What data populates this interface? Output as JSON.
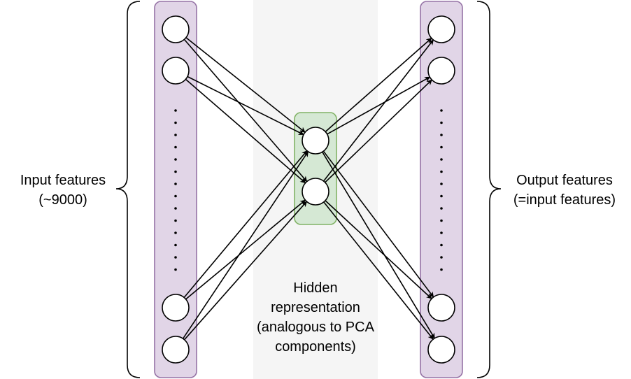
{
  "labels": {
    "input": {
      "line1": "Input features",
      "line2": "(~9000)"
    },
    "output": {
      "line1": "Output features",
      "line2": "(=input features)"
    },
    "hidden": {
      "line1": "Hidden",
      "line2": "representation",
      "line3": "(analogous to PCA",
      "line4": "components)"
    }
  },
  "colors": {
    "layer_fill": "#e1d5e7",
    "layer_stroke": "#9673a6",
    "hidden_fill": "#d5e8d4",
    "hidden_stroke": "#82b366",
    "hidden_band": "#f5f5f5",
    "node_fill": "#ffffff",
    "stroke": "#000000"
  },
  "network": {
    "input_nodes_visible": 4,
    "hidden_nodes": 2,
    "output_nodes_visible": 4,
    "connectivity": "fully-connected"
  }
}
